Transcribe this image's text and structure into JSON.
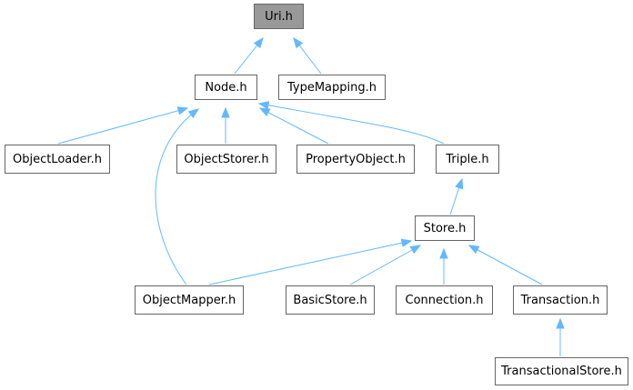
{
  "nodes": {
    "uri": "Uri.h",
    "node": "Node.h",
    "type_mapping": "TypeMapping.h",
    "object_loader": "ObjectLoader.h",
    "object_storer": "ObjectStorer.h",
    "property_object": "PropertyObject.h",
    "triple": "Triple.h",
    "store": "Store.h",
    "object_mapper": "ObjectMapper.h",
    "basic_store": "BasicStore.h",
    "connection": "Connection.h",
    "transaction": "Transaction.h",
    "transactional_store": "TransactionalStore.h"
  },
  "edges": [
    {
      "from": "node",
      "to": "uri"
    },
    {
      "from": "type_mapping",
      "to": "uri"
    },
    {
      "from": "object_loader",
      "to": "node"
    },
    {
      "from": "object_storer",
      "to": "node"
    },
    {
      "from": "property_object",
      "to": "node"
    },
    {
      "from": "triple",
      "to": "node"
    },
    {
      "from": "object_mapper",
      "to": "node"
    },
    {
      "from": "store",
      "to": "triple"
    },
    {
      "from": "object_mapper",
      "to": "store"
    },
    {
      "from": "basic_store",
      "to": "store"
    },
    {
      "from": "connection",
      "to": "store"
    },
    {
      "from": "transaction",
      "to": "store"
    },
    {
      "from": "transactional_store",
      "to": "transaction"
    }
  ],
  "colors": {
    "edge": "#63b8ff",
    "border": "#666666",
    "root_fill": "#999999",
    "node_fill": "#ffffff"
  }
}
